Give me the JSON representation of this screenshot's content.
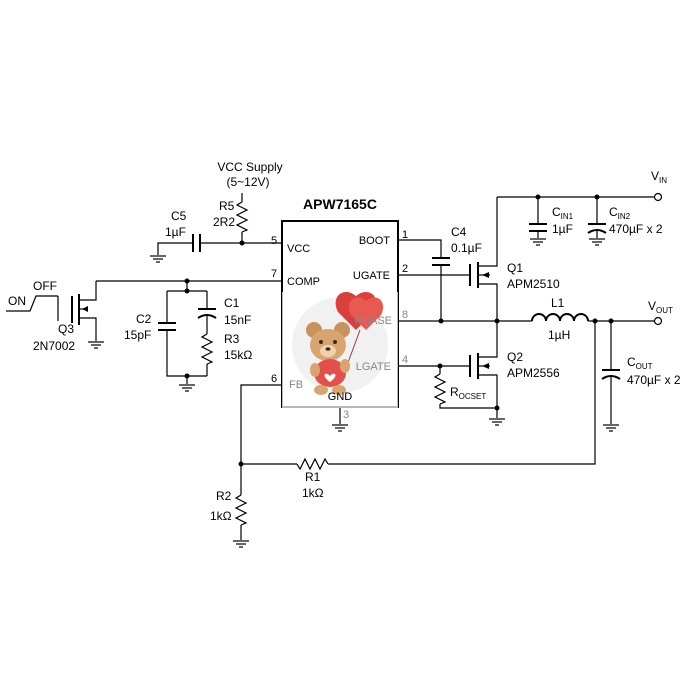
{
  "ic": {
    "name": "APW7165C",
    "pins": {
      "vcc": "VCC",
      "boot": "BOOT",
      "comp": "COMP",
      "ugate": "UGATE",
      "phase": "PHASE",
      "lgate": "LGATE",
      "fb": "FB",
      "gnd": "GND"
    },
    "pin_numbers": {
      "vcc": "5",
      "boot": "1",
      "comp": "7",
      "ugate": "2",
      "phase": "8",
      "lgate": "4",
      "fb": "6",
      "gnd": "3"
    }
  },
  "supply": {
    "label": "VCC Supply",
    "range": "(5~12V)"
  },
  "components": {
    "R5": {
      "ref": "R5",
      "value": "2R2"
    },
    "C5": {
      "ref": "C5",
      "value": "1µF"
    },
    "C4": {
      "ref": "C4",
      "value": "0.1µF"
    },
    "C2": {
      "ref": "C2",
      "value": "15pF"
    },
    "C1": {
      "ref": "C1",
      "value": "15nF"
    },
    "R3": {
      "ref": "R3",
      "value": "15kΩ"
    },
    "Q1": {
      "ref": "Q1",
      "value": "APM2510"
    },
    "Q2": {
      "ref": "Q2",
      "value": "APM2556"
    },
    "Q3": {
      "ref": "Q3",
      "value": "2N7002"
    },
    "L1": {
      "ref": "L1",
      "value": "1µH"
    },
    "CIN1": {
      "ref": "C",
      "ref_sub": "IN1",
      "value": "1µF"
    },
    "CIN2": {
      "ref": "C",
      "ref_sub": "IN2",
      "value": "470µF x 2"
    },
    "COUT": {
      "ref": "C",
      "ref_sub": "OUT",
      "value": "470µF x 2"
    },
    "ROCSET": {
      "ref": "R",
      "ref_sub": "OCSET"
    },
    "R1": {
      "ref": "R1",
      "value": "1kΩ"
    },
    "R2": {
      "ref": "R2",
      "value": "1kΩ"
    }
  },
  "nets": {
    "vin": {
      "main": "V",
      "sub": "IN"
    },
    "vout": {
      "main": "V",
      "sub": "OUT"
    }
  },
  "switch": {
    "on": "ON",
    "off": "OFF"
  },
  "overlay": {
    "icon": "teddy-bear-with-balloons-icon"
  }
}
